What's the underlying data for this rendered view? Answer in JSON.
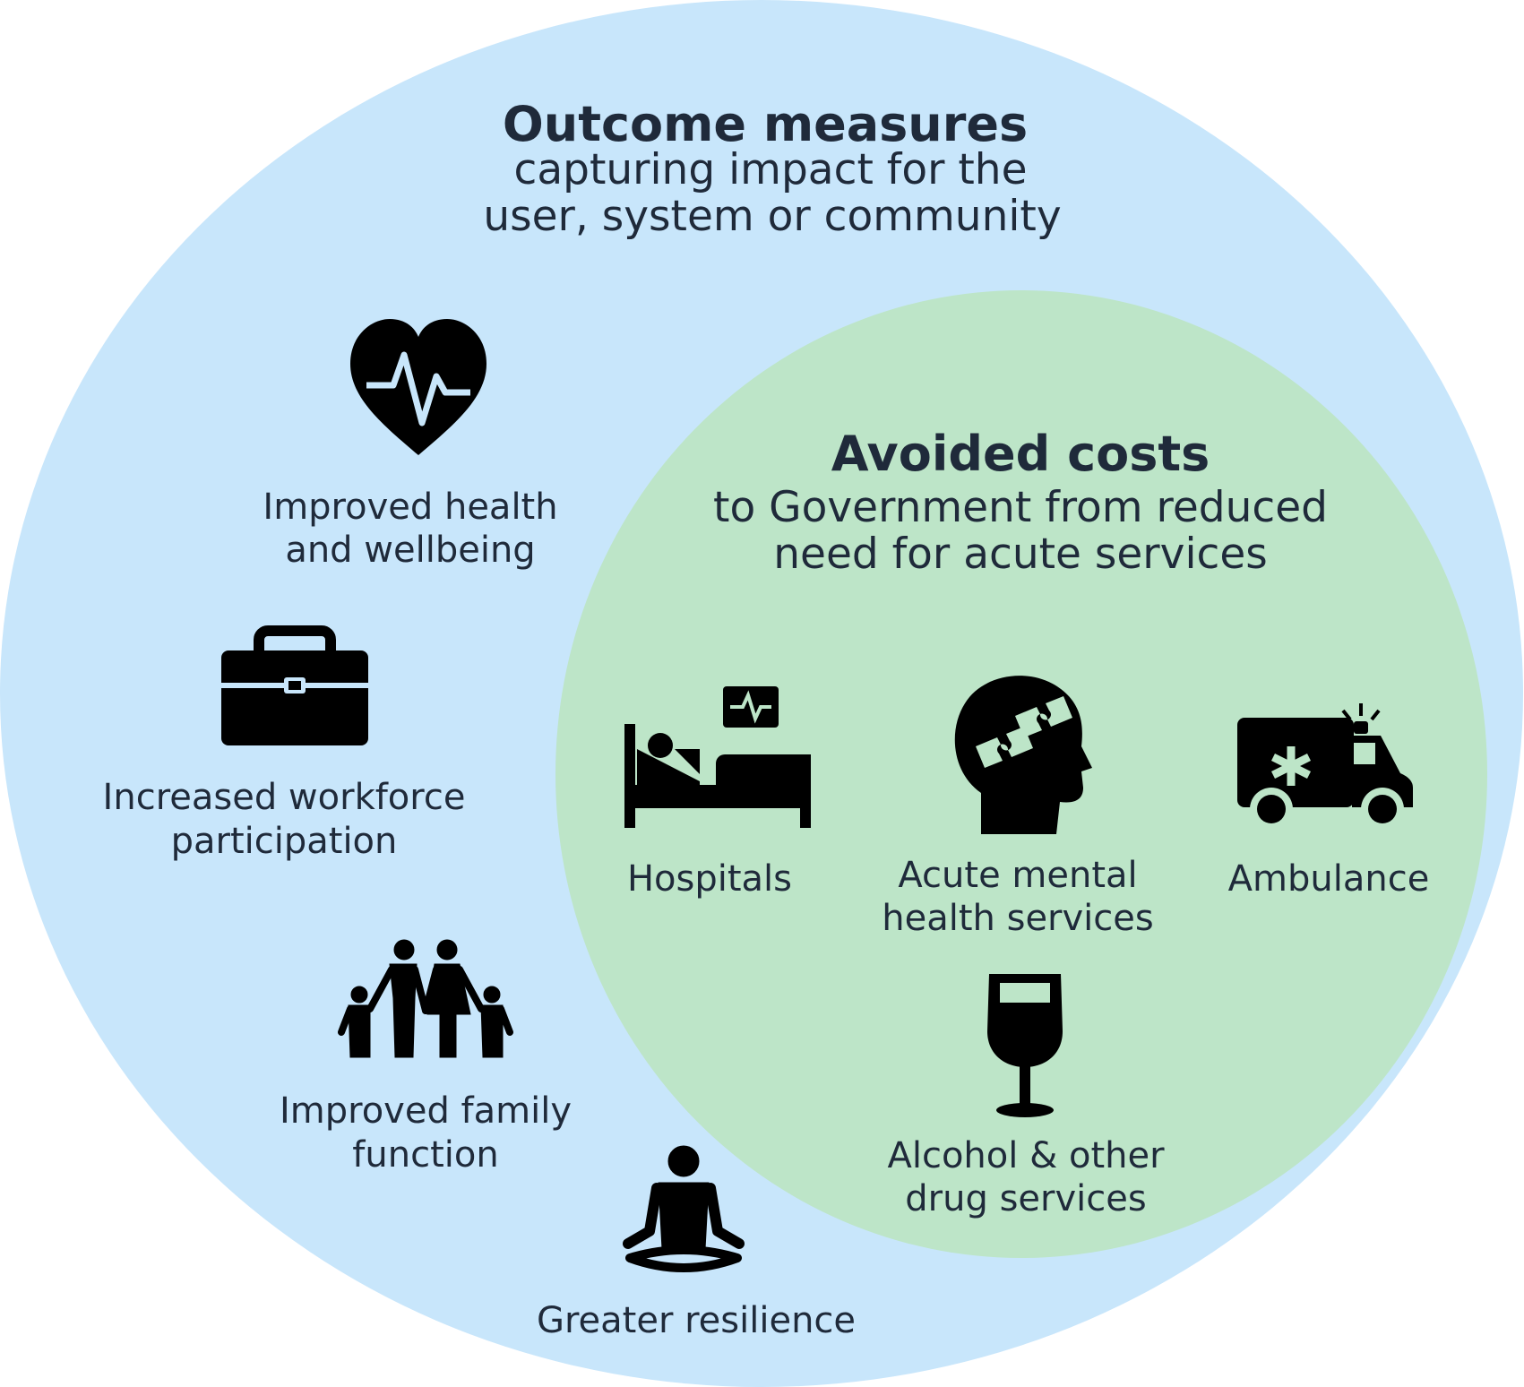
{
  "colors": {
    "outer": "#c8e6fb",
    "inner": "#bde5c8",
    "text": "#1f2a3a",
    "icon": "#000000"
  },
  "outer": {
    "title": "Outcome measures",
    "subtitle": [
      "capturing impact for the",
      "user, system or community"
    ],
    "items": [
      {
        "icon": "heart-pulse-icon",
        "label": [
          "Improved health",
          "and wellbeing"
        ]
      },
      {
        "icon": "briefcase-icon",
        "label": [
          "Increased workforce",
          "participation"
        ]
      },
      {
        "icon": "family-icon",
        "label": [
          "Improved family",
          "function"
        ]
      },
      {
        "icon": "meditation-icon",
        "label": [
          "Greater resilience"
        ]
      }
    ]
  },
  "inner": {
    "title": "Avoided costs",
    "subtitle": [
      "to Government from reduced",
      "need for acute services"
    ],
    "items": [
      {
        "icon": "hospital-bed-icon",
        "label": [
          "Hospitals"
        ]
      },
      {
        "icon": "head-puzzle-icon",
        "label": [
          "Acute mental",
          "health services"
        ]
      },
      {
        "icon": "ambulance-icon",
        "label": [
          "Ambulance"
        ]
      },
      {
        "icon": "wine-glass-icon",
        "label": [
          "Alcohol & other",
          "drug services"
        ]
      }
    ]
  }
}
